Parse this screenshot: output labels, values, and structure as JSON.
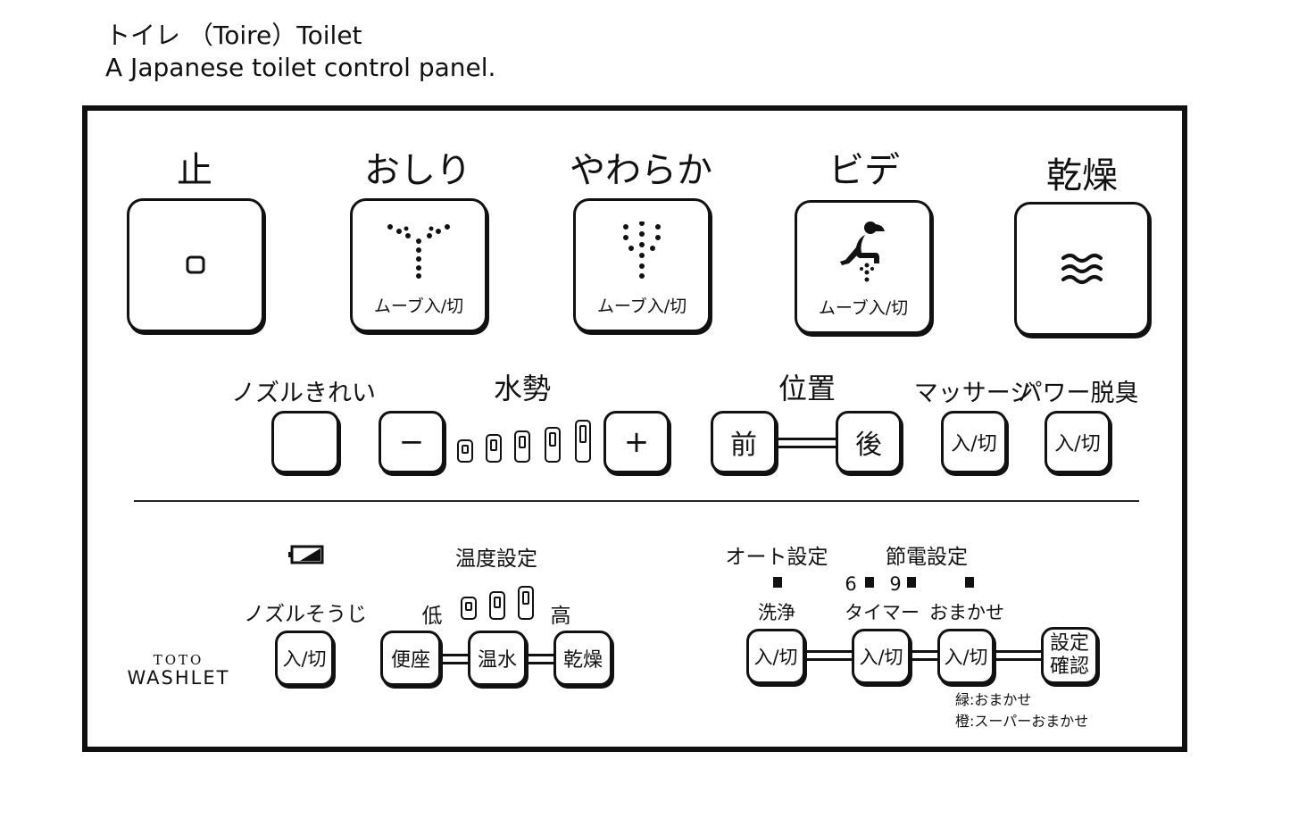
{
  "caption": {
    "line1": "トイレ （Toire）Toilet",
    "line2": "A Japanese toilet control panel."
  },
  "top_row": [
    {
      "label": "止",
      "icon": "stop-square-icon",
      "sub": ""
    },
    {
      "label": "おしり",
      "icon": "rear-spray-icon",
      "sub": "ムーブ入/切"
    },
    {
      "label": "やわらか",
      "icon": "soft-spray-icon",
      "sub": "ムーブ入/切"
    },
    {
      "label": "ビデ",
      "icon": "bidet-person-icon",
      "sub": "ムーブ入/切"
    },
    {
      "label": "乾燥",
      "icon": "dryer-waves-icon",
      "sub": ""
    }
  ],
  "middle_row": {
    "nozzle_clean_label": "ノズルきれい",
    "pressure_label": "水勢",
    "minus_label": "−",
    "plus_label": "+",
    "pressure_levels": 5,
    "position_label": "位置",
    "front_label": "前",
    "back_label": "後",
    "massage_label": "マッサージ",
    "massage_button": "入/切",
    "deodorize_label": "パワー脱臭",
    "deodorize_button": "入/切"
  },
  "bottom_row": {
    "brand_line1": "TOTO",
    "brand_line2": "WASHLET",
    "nozzle_wash_label": "ノズルそうじ",
    "nozzle_wash_button": "入/切",
    "temp_label": "温度設定",
    "temp_low": "低",
    "temp_high": "高",
    "temp_buttons": [
      "便座",
      "温水",
      "乾燥"
    ],
    "auto_label": "オート設定",
    "power_save_label": "節電設定",
    "auto_wash_label": "洗浄",
    "timer_label": "タイマー",
    "timer_6": "6",
    "timer_9": "9",
    "omakase_label": "おまかせ",
    "auto_button": "入/切",
    "timer_button": "入/切",
    "omakase_button": "入/切",
    "confirm_line1": "設定",
    "confirm_line2": "確認",
    "note1": "緑:おまかせ",
    "note2": "橙:スーパーおまかせ"
  }
}
